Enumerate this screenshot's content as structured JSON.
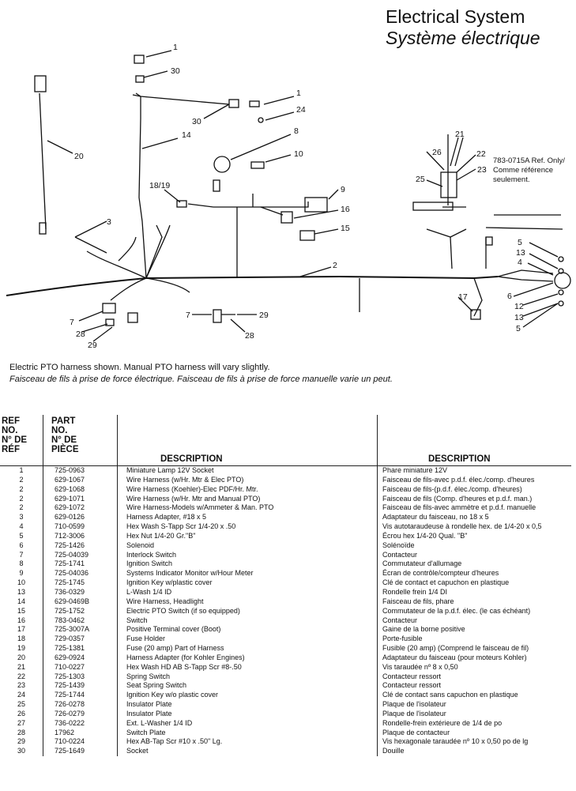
{
  "title": {
    "english": "Electrical System",
    "french": "Système électrique"
  },
  "callouts": {
    "c1a": "1",
    "c30a": "30",
    "c1b": "1",
    "c24": "24",
    "c30b": "30",
    "c14": "14",
    "c8": "8",
    "c10": "10",
    "c20": "20",
    "c1819": "18/19",
    "c9": "9",
    "c16": "16",
    "c15": "15",
    "c3": "3",
    "c2": "2",
    "c7a": "7",
    "c28a": "28",
    "c29a": "29",
    "c7b": "7",
    "c29b": "29",
    "c28b": "28",
    "c21": "21",
    "c26": "26",
    "c22": "22",
    "c23": "23",
    "c25": "25",
    "c5a": "5",
    "c13a": "13",
    "c4": "4",
    "c6": "6",
    "c12": "12",
    "c13b": "13",
    "c5b": "5",
    "c17": "17"
  },
  "ref_note": {
    "line1": "783-0715A Ref. Only/",
    "line2": "Comme référence",
    "line3": "seulement."
  },
  "caption": {
    "english": "Electric PTO harness shown.  Manual PTO harness will vary slightly.",
    "french": "Faisceau de fils à prise de force électrique. Faisceau de fils à prise de force manuelle varie un peut."
  },
  "table": {
    "headers": {
      "ref": [
        "REF",
        "NO.",
        "N° DE",
        "RÉF"
      ],
      "part": [
        "PART",
        "NO.",
        "N° DE",
        "PIÈCE"
      ],
      "description_en": "DESCRIPTION",
      "description_fr": "DESCRIPTION"
    },
    "rows": [
      {
        "ref": "1",
        "part": "725-0963",
        "en": "Miniature Lamp 12V Socket",
        "fr": "Phare miniature 12V"
      },
      {
        "ref": "2",
        "part": "629-1067",
        "en": "Wire Harness (w/Hr. Mtr & Elec PTO)",
        "fr": "Faisceau de fils-avec p.d.f. élec./comp. d'heures"
      },
      {
        "ref": "2",
        "part": "629-1068",
        "en": "Wire Harness (Koehler)-Elec PDF/Hr. Mtr.",
        "fr": "Faisceau de fils-(p.d.f. élec./comp. d'heures)"
      },
      {
        "ref": "2",
        "part": "629-1071",
        "en": "Wire Harness (w/Hr. Mtr and Manual PTO)",
        "fr": "Faisceau de fils (Comp. d'heures et p.d.f. man.)"
      },
      {
        "ref": "2",
        "part": "629-1072",
        "en": "Wire Harness-Models w/Ammeter & Man. PTO",
        "fr": "Faisceau de fils-avec ammètre et p.d.f. manuelle"
      },
      {
        "ref": "3",
        "part": "629-0126",
        "en": "Harness Adapter, #18 x 5",
        "fr": "Adaptateur du faisceau, no 18 x 5"
      },
      {
        "ref": "4",
        "part": "710-0599",
        "en": "Hex Wash S-Tapp Scr 1/4-20 x .50",
        "fr": "Vis autotaraudeuse à rondelle hex. de 1/4-20 x 0,5"
      },
      {
        "ref": "5",
        "part": "712-3006",
        "en": "Hex Nut 1/4-20 Gr.\"B\"",
        "fr": "Écrou hex 1/4-20 Qual. \"B\""
      },
      {
        "ref": "6",
        "part": "725-1426",
        "en": "Solenoid",
        "fr": "Solénoïde"
      },
      {
        "ref": "7",
        "part": "725-04039",
        "en": "Interlock Switch",
        "fr": "Contacteur"
      },
      {
        "ref": "8",
        "part": "725-1741",
        "en": "Ignition Switch",
        "fr": "Commutateur d'allumage"
      },
      {
        "ref": "9",
        "part": "725-04036",
        "en": "Systems Indicator Monitor w/Hour Meter",
        "fr": "Écran de contrôle/compteur d'heures"
      },
      {
        "ref": "10",
        "part": "725-1745",
        "en": "Ignition Key w/plastic cover",
        "fr": "Clé de contact et capuchon en plastique"
      },
      {
        "ref": "13",
        "part": "736-0329",
        "en": "L-Wash 1/4 ID",
        "fr": "Rondelle frein 1/4 DI"
      },
      {
        "ref": "14",
        "part": "629-0469B",
        "en": "Wire Harness, Headlight",
        "fr": "Faisceau de fils, phare"
      },
      {
        "ref": "15",
        "part": "725-1752",
        "en": "Electric PTO Switch (if so equipped)",
        "fr": "Commutateur de la p.d.f. élec. (le cas échéant)"
      },
      {
        "ref": "16",
        "part": "783-0462",
        "en": "Switch",
        "fr": "Contacteur"
      },
      {
        "ref": "17",
        "part": "725-3007A",
        "en": "Positive Terminal cover (Boot)",
        "fr": "Gaine de la borne positive"
      },
      {
        "ref": "18",
        "part": "729-0357",
        "en": "Fuse Holder",
        "fr": "Porte-fusible"
      },
      {
        "ref": "19",
        "part": "725-1381",
        "en": "Fuse (20 amp) Part of Harness",
        "fr": "Fusible (20 amp) (Comprend le faisceau de fil)"
      },
      {
        "ref": "20",
        "part": "629-0924",
        "en": "Harness Adapter (for Kohler Engines)",
        "fr": "Adaptateur du faisceau (pour moteurs Kohler)"
      },
      {
        "ref": "21",
        "part": "710-0227",
        "en": "Hex Wash HD AB S-Tapp Scr #8-.50",
        "fr": "Vis taraudée nº 8 x 0,50"
      },
      {
        "ref": "22",
        "part": "725-1303",
        "en": "Spring Switch",
        "fr": "Contacteur ressort"
      },
      {
        "ref": "23",
        "part": "725-1439",
        "en": "Seat Spring Switch",
        "fr": "Contacteur ressort"
      },
      {
        "ref": "24",
        "part": "725-1744",
        "en": "Ignition Key w/o plastic cover",
        "fr": "Clé de contact sans capuchon en plastique"
      },
      {
        "ref": "25",
        "part": "726-0278",
        "en": "Insulator Plate",
        "fr": "Plaque de l'isolateur"
      },
      {
        "ref": "26",
        "part": "726-0279",
        "en": "Insulator Plate",
        "fr": "Plaque de l'isolateur"
      },
      {
        "ref": "27",
        "part": "736-0222",
        "en": "Ext. L-Washer 1/4 ID",
        "fr": "Rondelle-frein extérieure de 1/4 de po"
      },
      {
        "ref": "28",
        "part": "17962",
        "en": "Switch Plate",
        "fr": "Plaque de contacteur"
      },
      {
        "ref": "29",
        "part": "710-0224",
        "en": "Hex AB-Tap Scr #10 x .50\" Lg.",
        "fr": "Vis hexagonale taraudée nº 10 x 0,50 po de lg"
      },
      {
        "ref": "30",
        "part": "725-1649",
        "en": "Socket",
        "fr": "Douille"
      }
    ]
  }
}
